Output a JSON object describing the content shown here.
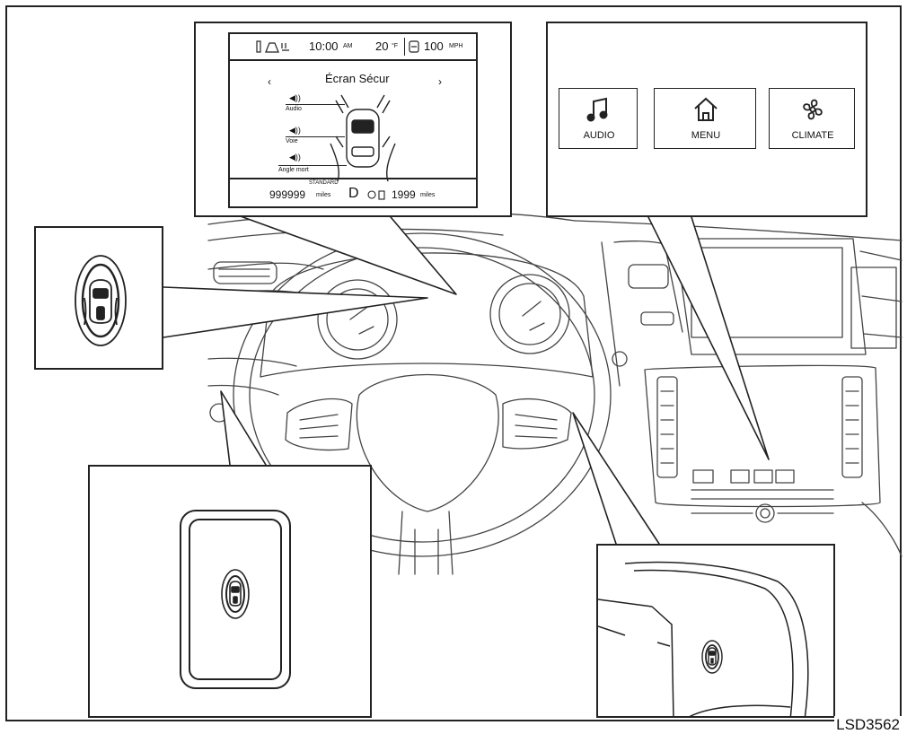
{
  "figure_code": "LSD3562",
  "cluster_screen": {
    "top_bar": {
      "time": "10:00",
      "time_suffix": "AM",
      "temperature": "20",
      "temp_unit": "°F",
      "speed": "100",
      "speed_unit": "MPH"
    },
    "title": "Écran Sécur",
    "items": [
      {
        "label": "Audio"
      },
      {
        "label": "Voie"
      },
      {
        "label": "Angle mort"
      }
    ],
    "bottom_bar": {
      "drive_mode": "STANDARD",
      "odometer": "999999",
      "odometer_unit": "miles",
      "gear": "D",
      "range": "1999",
      "range_unit": "miles"
    }
  },
  "center_screen": {
    "buttons": [
      {
        "label": "AUDIO",
        "icon": "music-note-icon"
      },
      {
        "label": "MENU",
        "icon": "home-icon"
      },
      {
        "label": "CLIMATE",
        "icon": "fan-icon"
      }
    ]
  },
  "callouts": {
    "left_upper": {
      "icon": "safety-shield-car-icon"
    },
    "left_lower": {
      "icon": "safety-shield-car-icon"
    },
    "right_lower": {
      "icon": "safety-shield-car-icon"
    }
  }
}
